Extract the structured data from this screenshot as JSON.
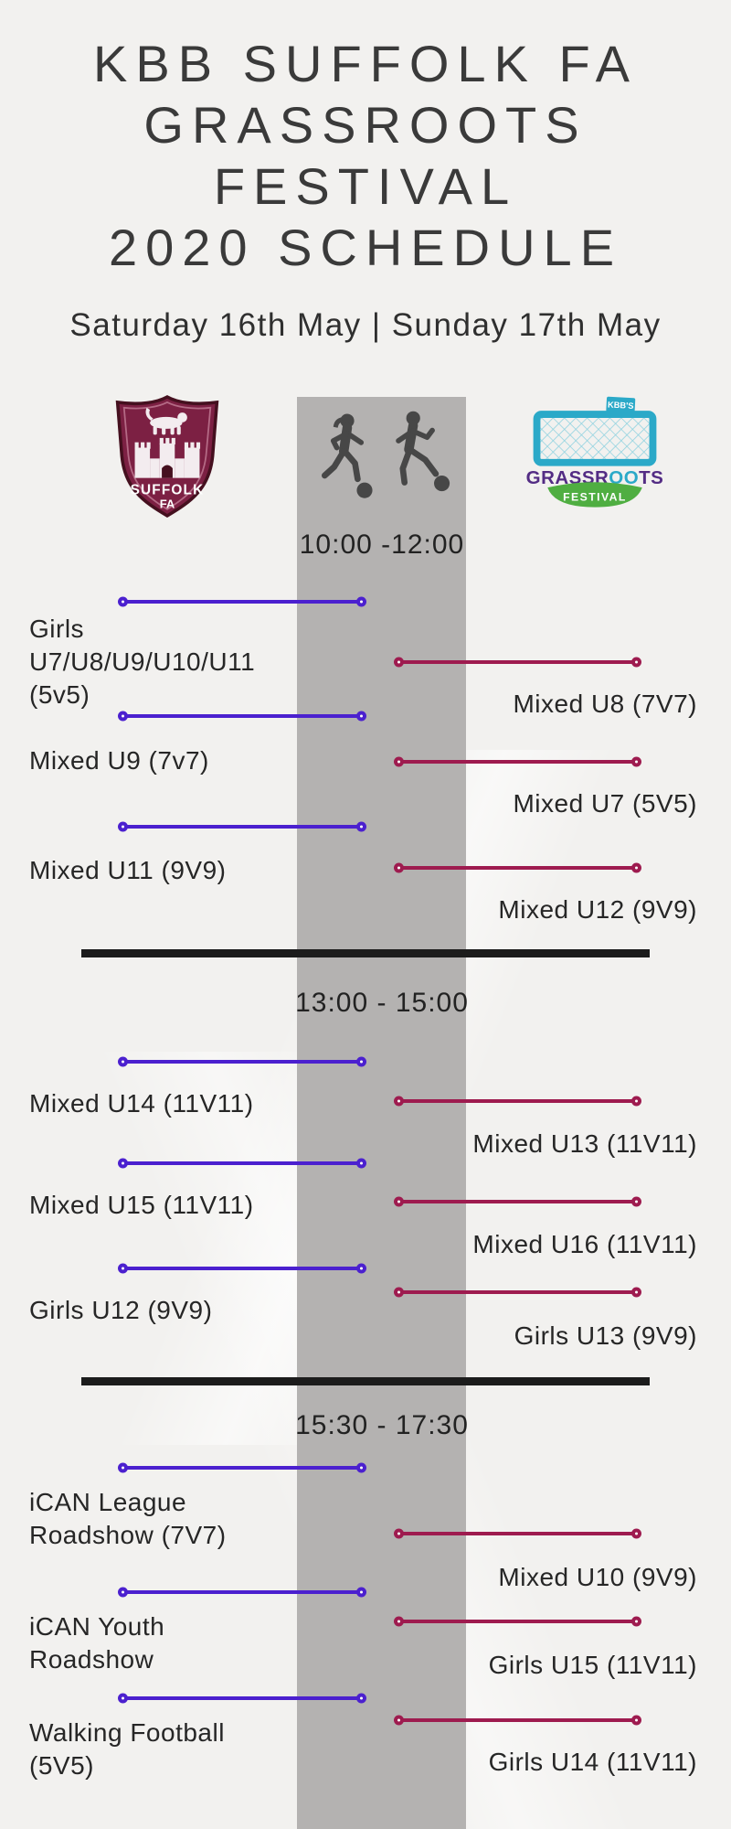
{
  "header": {
    "title_lines": [
      "KBB SUFFOLK FA",
      "GRASSROOTS",
      "FESTIVAL",
      "2020 SCHEDULE"
    ],
    "subtitle": "Saturday 16th May | Sunday 17th May"
  },
  "logos": {
    "suffolk_fa": {
      "name": "SUFFOLK",
      "initials": "FA"
    },
    "grassroots": {
      "tag": "KBB'S",
      "word_left": "GRASSR",
      "word_o": "OO",
      "word_right": "TS",
      "festival": "FESTIVAL"
    }
  },
  "sessions": [
    {
      "time": "10:00 -12:00",
      "left": [
        "Girls\nU7/U8/U9/U10/U11\n(5v5)",
        "Mixed U9 (7v7)",
        "Mixed U11 (9V9)"
      ],
      "right": [
        "Mixed U8 (7V7)",
        "Mixed U7 (5V5)",
        "Mixed U12 (9V9)"
      ]
    },
    {
      "time": "13:00 - 15:00",
      "left": [
        "Mixed U14 (11V11)",
        "Mixed U15 (11V11)",
        "Girls U12 (9V9)"
      ],
      "right": [
        "Mixed U13 (11V11)",
        "Mixed U16 (11V11)",
        "Girls U13 (9V9)"
      ]
    },
    {
      "time": "15:30 - 17:30",
      "left": [
        "iCAN League\nRoadshow (7V7)",
        "iCAN Youth\nRoadshow",
        "Walking Football\n(5V5)"
      ],
      "right": [
        "Mixed U10 (9V9)",
        "Girls U15 (11V11)",
        "Girls U14 (11V11)"
      ]
    }
  ],
  "colors": {
    "left_accent": "#4b20cf",
    "right_accent": "#9e1b4f",
    "band": "#b4b2b1",
    "background": "#f2f1ef",
    "divider": "#1c1c1c",
    "title": "#3a3a3a",
    "text": "#2b2b2b"
  }
}
